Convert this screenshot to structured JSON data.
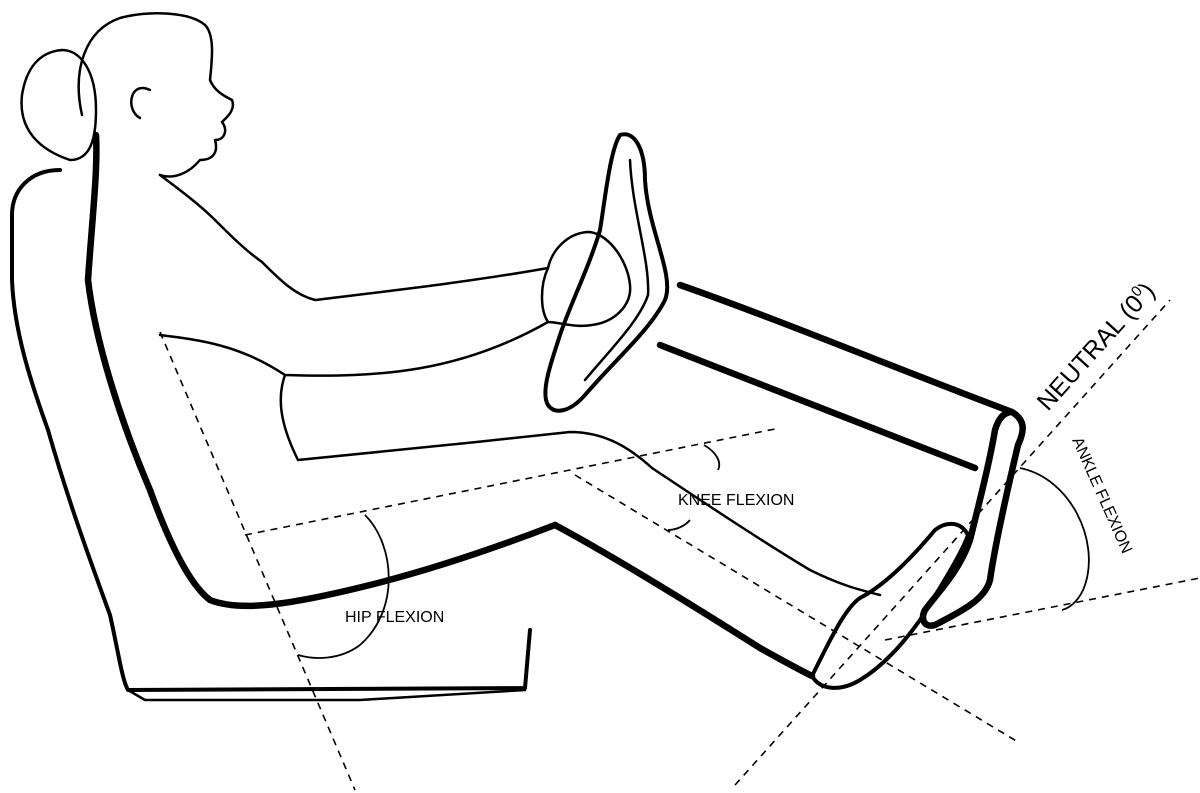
{
  "labels": {
    "neutral": "NEUTRAL (0",
    "neutral_sup": "0",
    "neutral_close": ")",
    "knee_flexion": "KNEE FLEXION",
    "hip_flexion": "HIP FLEXION",
    "ankle_flexion": "ANKLE FLEXION"
  }
}
